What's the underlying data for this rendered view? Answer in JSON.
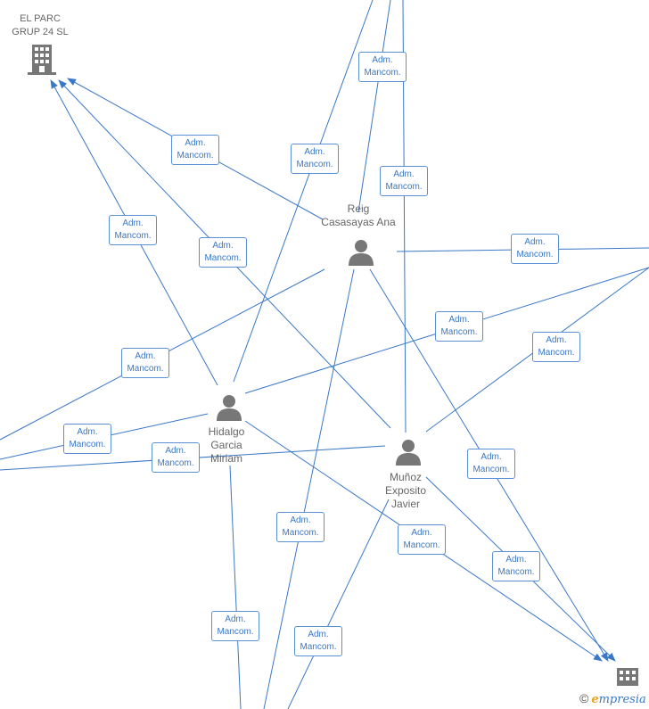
{
  "nodes": {
    "el_parc": {
      "line1": "EL PARC",
      "line2": "GRUP 24  SL",
      "icon": "building-icon"
    },
    "reig": {
      "line1": "Reig",
      "line2": "Casasayas Ana",
      "icon": "person-icon"
    },
    "hidalgo": {
      "line1": "Hidalgo",
      "line2": "Garcia",
      "line3": "Miriam",
      "icon": "person-icon"
    },
    "munoz": {
      "line1": "Muñoz",
      "line2": "Exposito",
      "line3": "Javier",
      "icon": "person-icon"
    },
    "corner_company": {
      "icon": "building-icon"
    }
  },
  "edge_label": {
    "line1": "Adm.",
    "line2": "Mancom."
  },
  "watermark": {
    "copyright": "©",
    "brand_first": "e",
    "brand_rest": "mpresia"
  },
  "colors": {
    "edge": "#3a78c8",
    "node": "#777777",
    "label_border": "#5b8fd6"
  }
}
